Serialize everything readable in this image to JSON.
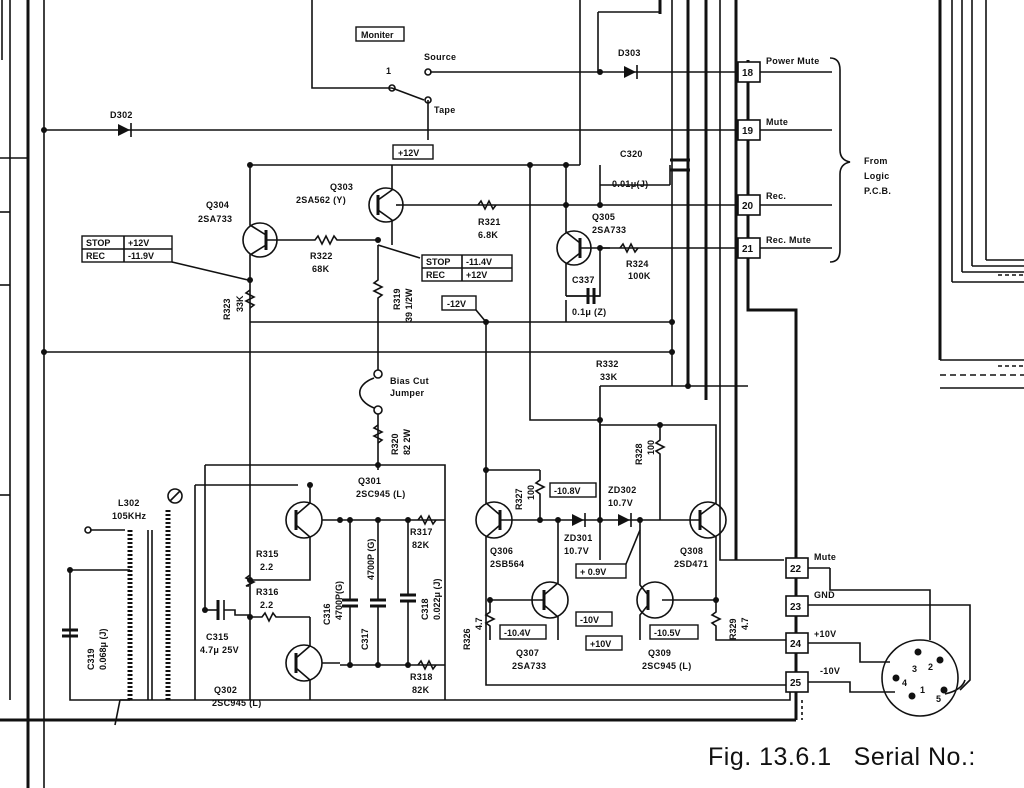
{
  "caption": {
    "figure": "Fig. 13.6.1",
    "serial": "Serial No.:"
  },
  "labels": {
    "monitor": "Moniter",
    "source": "Source",
    "tape": "Tape",
    "sw_num": "1",
    "d302": "D302",
    "d303": "D303",
    "plus12_box": "+12V",
    "q303": "Q303",
    "q303_type": "2SA562 (Y)",
    "q304": "Q304",
    "q304_type": "2SA733",
    "r322": "R322",
    "r322_val": "68K",
    "r321": "R321",
    "r321_val": "6.8K",
    "c320": "C320",
    "c320_val": "0.01μ(J)",
    "q305": "Q305",
    "q305_type": "2SA733",
    "r324": "R324",
    "r324_val": "100K",
    "c337": "C337",
    "c337_val": "0.1μ (Z)",
    "r323": "R323",
    "r323_val": "33K",
    "r319": "R319",
    "r319_val": "39 1/2W",
    "minus12_box": "-12V",
    "r332": "R332",
    "r332_val": "33K",
    "bias_cut": "Bias Cut",
    "jumper": "Jumper",
    "r320": "R320",
    "r320_val": "82 2W",
    "r328": "R328",
    "r328_val": "100",
    "q301": "Q301",
    "q301_type": "2SC945 (L)",
    "l302": "L302",
    "l302_freq": "105KHz",
    "r315": "R315",
    "r315_val": "2.2",
    "r316": "R316",
    "r316_val": "2.2",
    "c316": "C316",
    "c316_val": "4700P(G)",
    "c317": "C317",
    "c317_val": "4700P (G)",
    "r317": "R317",
    "r317_val": "82K",
    "c318": "C318",
    "c318_val": "0.022μ (J)",
    "c319": "C319",
    "c319_val": "0.068μ (J)",
    "c315": "C315",
    "c315_val": "4.7μ 25V",
    "q302": "Q302",
    "q302_type": "2SC945 (L)",
    "r318": "R318",
    "r318_val": "82K",
    "r327": "R327",
    "r327_val": "100",
    "minus10_8_box": "-10.8V",
    "zd302": "ZD302",
    "zd302_val": "10.7V",
    "zd301": "ZD301",
    "zd301_val": "10.7V",
    "q306": "Q306",
    "q306_type": "2SB564",
    "q308": "Q308",
    "q308_type": "2SD471",
    "plus0_9_box": "+ 0.9V",
    "r326": "R326",
    "r326_val": "4.7",
    "minus10_box": "-10V",
    "minus10_4_box": "-10.4V",
    "plus10_box": "+10V",
    "minus10_5_box": "-10.5V",
    "r329": "R329",
    "r329_val": "4.7",
    "q307": "Q307",
    "q307_type": "2SA733",
    "q309": "Q309",
    "q309_type": "2SC945 (L)"
  },
  "boxes": {
    "stop_rec_left": {
      "stop": "STOP",
      "stop_v": "+12V",
      "rec": "REC",
      "rec_v": "-11.9V"
    },
    "stop_rec_right": {
      "stop": "STOP",
      "stop_v": "-11.4V",
      "rec": "REC",
      "rec_v": "+12V"
    }
  },
  "connectors": [
    {
      "num": "18",
      "label": "Power Mute"
    },
    {
      "num": "19",
      "label": "Mute"
    },
    {
      "num": "20",
      "label": "Rec."
    },
    {
      "num": "21",
      "label": "Rec. Mute"
    },
    {
      "num": "22",
      "label": "Mute"
    },
    {
      "num": "23",
      "label": "GND"
    },
    {
      "num": "24",
      "label": "+10V"
    },
    {
      "num": "25",
      "label": "-10V"
    }
  ],
  "from_logic": {
    "l1": "From",
    "l2": "Logic",
    "l3": "P.C.B."
  },
  "din_pins": {
    "p1": "1",
    "p2": "2",
    "p3": "3",
    "p4": "4",
    "p5": "5"
  }
}
